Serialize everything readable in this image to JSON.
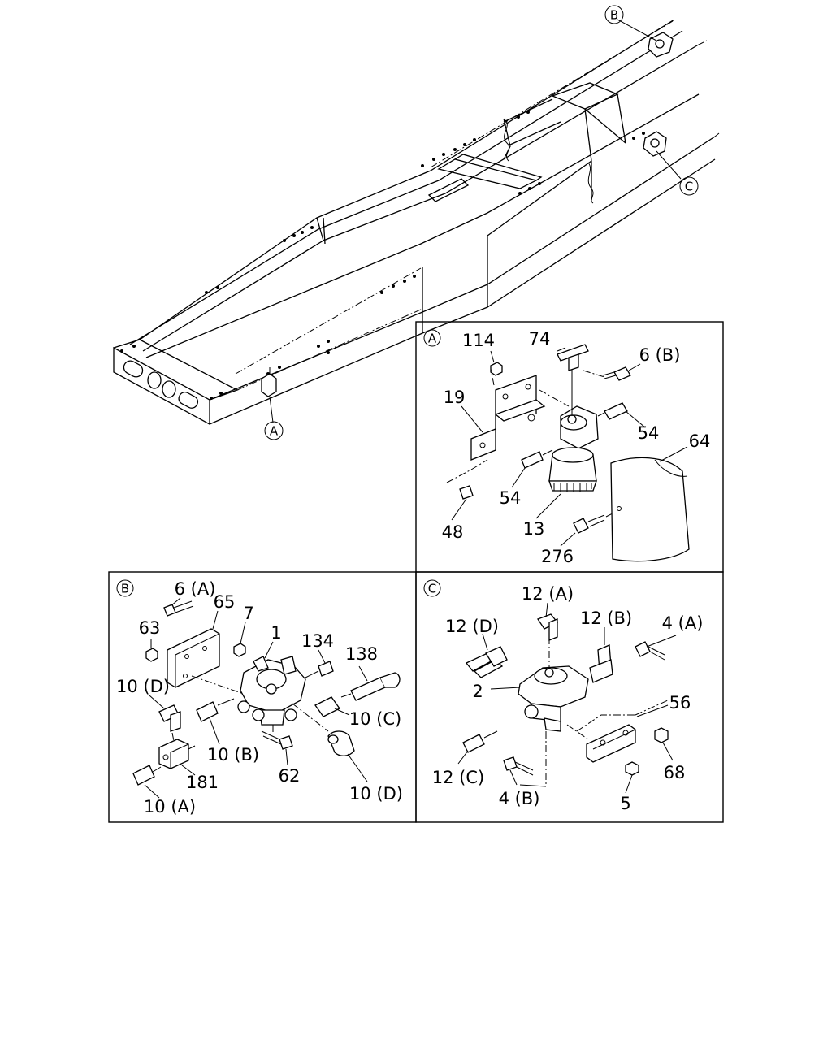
{
  "callouts": {
    "B": "B",
    "C": "C",
    "A": "A"
  },
  "panel_a": {
    "marker": "A",
    "labels": {
      "p114": "114",
      "p74": "74",
      "p6b": "6 (B)",
      "p19": "19",
      "p54a": "54",
      "p64": "64",
      "p54b": "54",
      "p48": "48",
      "p13": "13",
      "p276": "276"
    }
  },
  "panel_b": {
    "marker": "B",
    "labels": {
      "p6a": "6 (A)",
      "p65": "65",
      "p63": "63",
      "p7": "7",
      "p1": "1",
      "p134": "134",
      "p138": "138",
      "p10d_top": "10 (D)",
      "p10c": "10 (C)",
      "p10b": "10 (B)",
      "p62": "62",
      "p181": "181",
      "p10d_bottom": "10 (D)",
      "p10a": "10 (A)"
    }
  },
  "panel_c": {
    "marker": "C",
    "labels": {
      "p12a": "12 (A)",
      "p12d": "12 (D)",
      "p12b": "12 (B)",
      "p4a": "4 (A)",
      "p2": "2",
      "p56": "56",
      "p68": "68",
      "p12c": "12 (C)",
      "p4b": "4 (B)",
      "p5": "5"
    }
  }
}
